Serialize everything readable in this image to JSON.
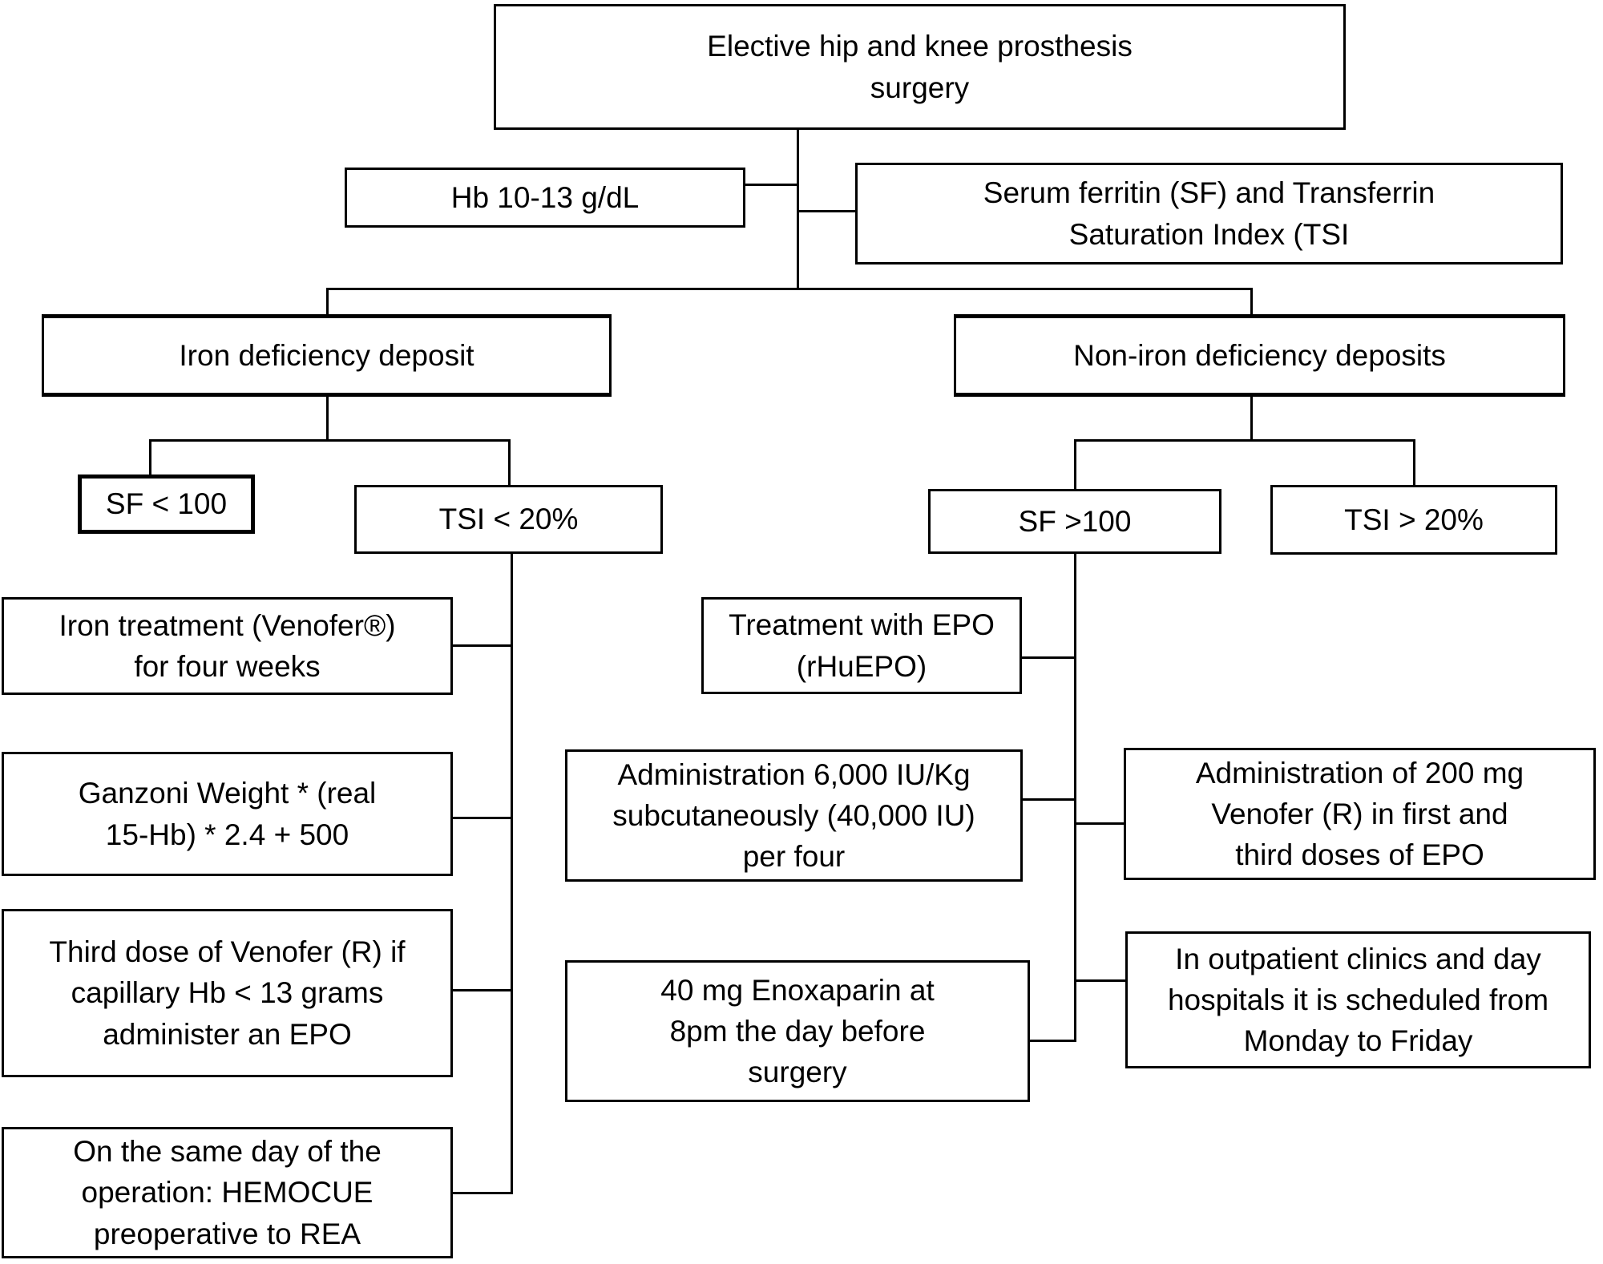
{
  "diagram": {
    "type": "flowchart",
    "title": "Elective hip and knee prosthesis surgery — preoperative anemia management pathway",
    "colors": {
      "background": "#ffffff",
      "box_border": "#000000",
      "box_fill": "#ffffff",
      "text": "#000000",
      "connector": "#000000"
    },
    "nodes": {
      "elective": {
        "label": "Elective hip and knee prosthesis\nsurgery"
      },
      "hb": {
        "label": "Hb 10-13 g/dL"
      },
      "serum": {
        "label": "Serum ferritin (SF) and Transferrin\nSaturation Index (TSI"
      },
      "iron_def": {
        "label": "Iron deficiency deposit"
      },
      "non_iron_def": {
        "label": "Non-iron deficiency deposits"
      },
      "sf_lt_100": {
        "label": "SF < 100"
      },
      "tsi_lt_20": {
        "label": "TSI < 20%"
      },
      "sf_gt_100": {
        "label": "SF >100"
      },
      "tsi_gt_20": {
        "label": "TSI > 20%"
      },
      "iron_treatment": {
        "label": "Iron treatment (Venofer®)\nfor four weeks"
      },
      "ganzoni": {
        "label": "Ganzoni Weight * (real\n15-Hb) * 2.4 + 500"
      },
      "third_dose": {
        "label": "Third dose of Venofer (R) if\ncapillary Hb < 13 grams\nadminister an EPO"
      },
      "same_day": {
        "label": "On the same day of the\noperation: HEMOCUE\npreoperative to REA"
      },
      "epo": {
        "label": "Treatment with EPO\n(rHuEPO)"
      },
      "admin_6000": {
        "label": "Administration 6,000 IU/Kg\nsubcutaneously (40,000 IU)\nper four"
      },
      "enoxaparin": {
        "label": "40 mg Enoxaparin at\n8pm the day before\nsurgery"
      },
      "venofer_200": {
        "label": "Administration of 200 mg\nVenofer (R) in first and\nthird doses of EPO"
      },
      "outpatient": {
        "label": "In outpatient clinics and day\nhospitals it is scheduled from\nMonday to Friday"
      }
    }
  }
}
